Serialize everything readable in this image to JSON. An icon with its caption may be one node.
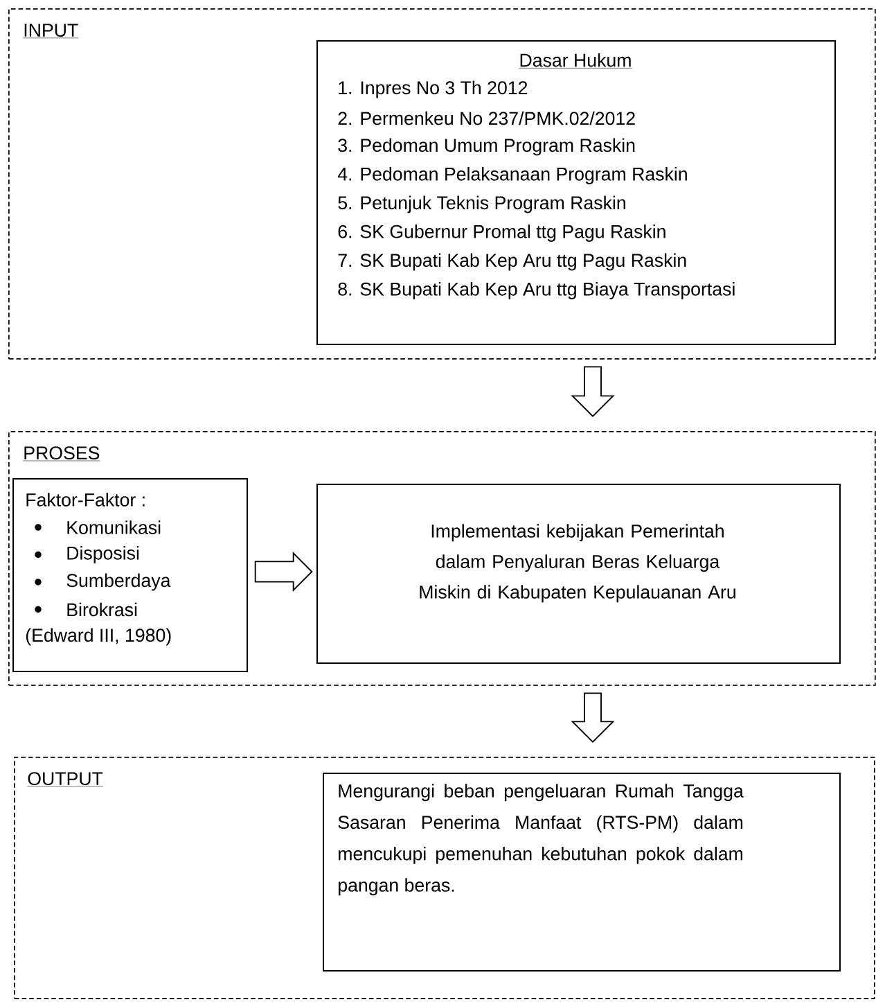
{
  "diagram": {
    "nodes": [
      {
        "text": [
          "INPUT"
        ]
      },
      {
        "text": [
          "Dasar Hukum",
          "1. Inpres No 3 Th 2012",
          "2. Permenkeu No 237/PMK.02/2012",
          "3. Pedoman Umum Program Raskin",
          "4. Pedoman Pelaksanaan Program Raskin",
          "5. Petunjuk Teknis Program Raskin",
          "6. SK Gubernur Promal ttg Pagu Raskin",
          "7. SK Bupati Kab Kep Aru ttg Pagu Raskin",
          "8. SK Bupati Kab Kep Aru ttg Biaya Transportasi"
        ],
        "in": 0
      },
      {
        "text": [
          "PROSES"
        ]
      },
      {
        "text": [
          "Faktor-Faktor :",
          "Komunikasi",
          "Disposisi",
          "Sumberdaya",
          "Birokrasi",
          "(Edward III, 1980)"
        ],
        "in": 2
      },
      {
        "text": [
          "Implementasi kebijakan Pemerintah dalam Penyaluran Beras Keluarga Miskin di Kabupaten Kepulauanan Aru"
        ],
        "in": 2
      },
      {
        "text": [
          "OUTPUT"
        ]
      },
      {
        "text": [
          "Mengurangi beban pengeluaran Rumah Tangga Sasaran Penerima Manfaat (RTS-PM) dalam mencukupi pemenuhan kebutuhan pokok dalam pangan beras."
        ],
        "in": 5
      }
    ],
    "edges": [
      {
        "from": 0,
        "to": 2,
        "arrow": "to"
      },
      {
        "from": 3,
        "to": 4,
        "arrow": "to"
      },
      {
        "from": 2,
        "to": 5,
        "arrow": "to"
      }
    ]
  }
}
